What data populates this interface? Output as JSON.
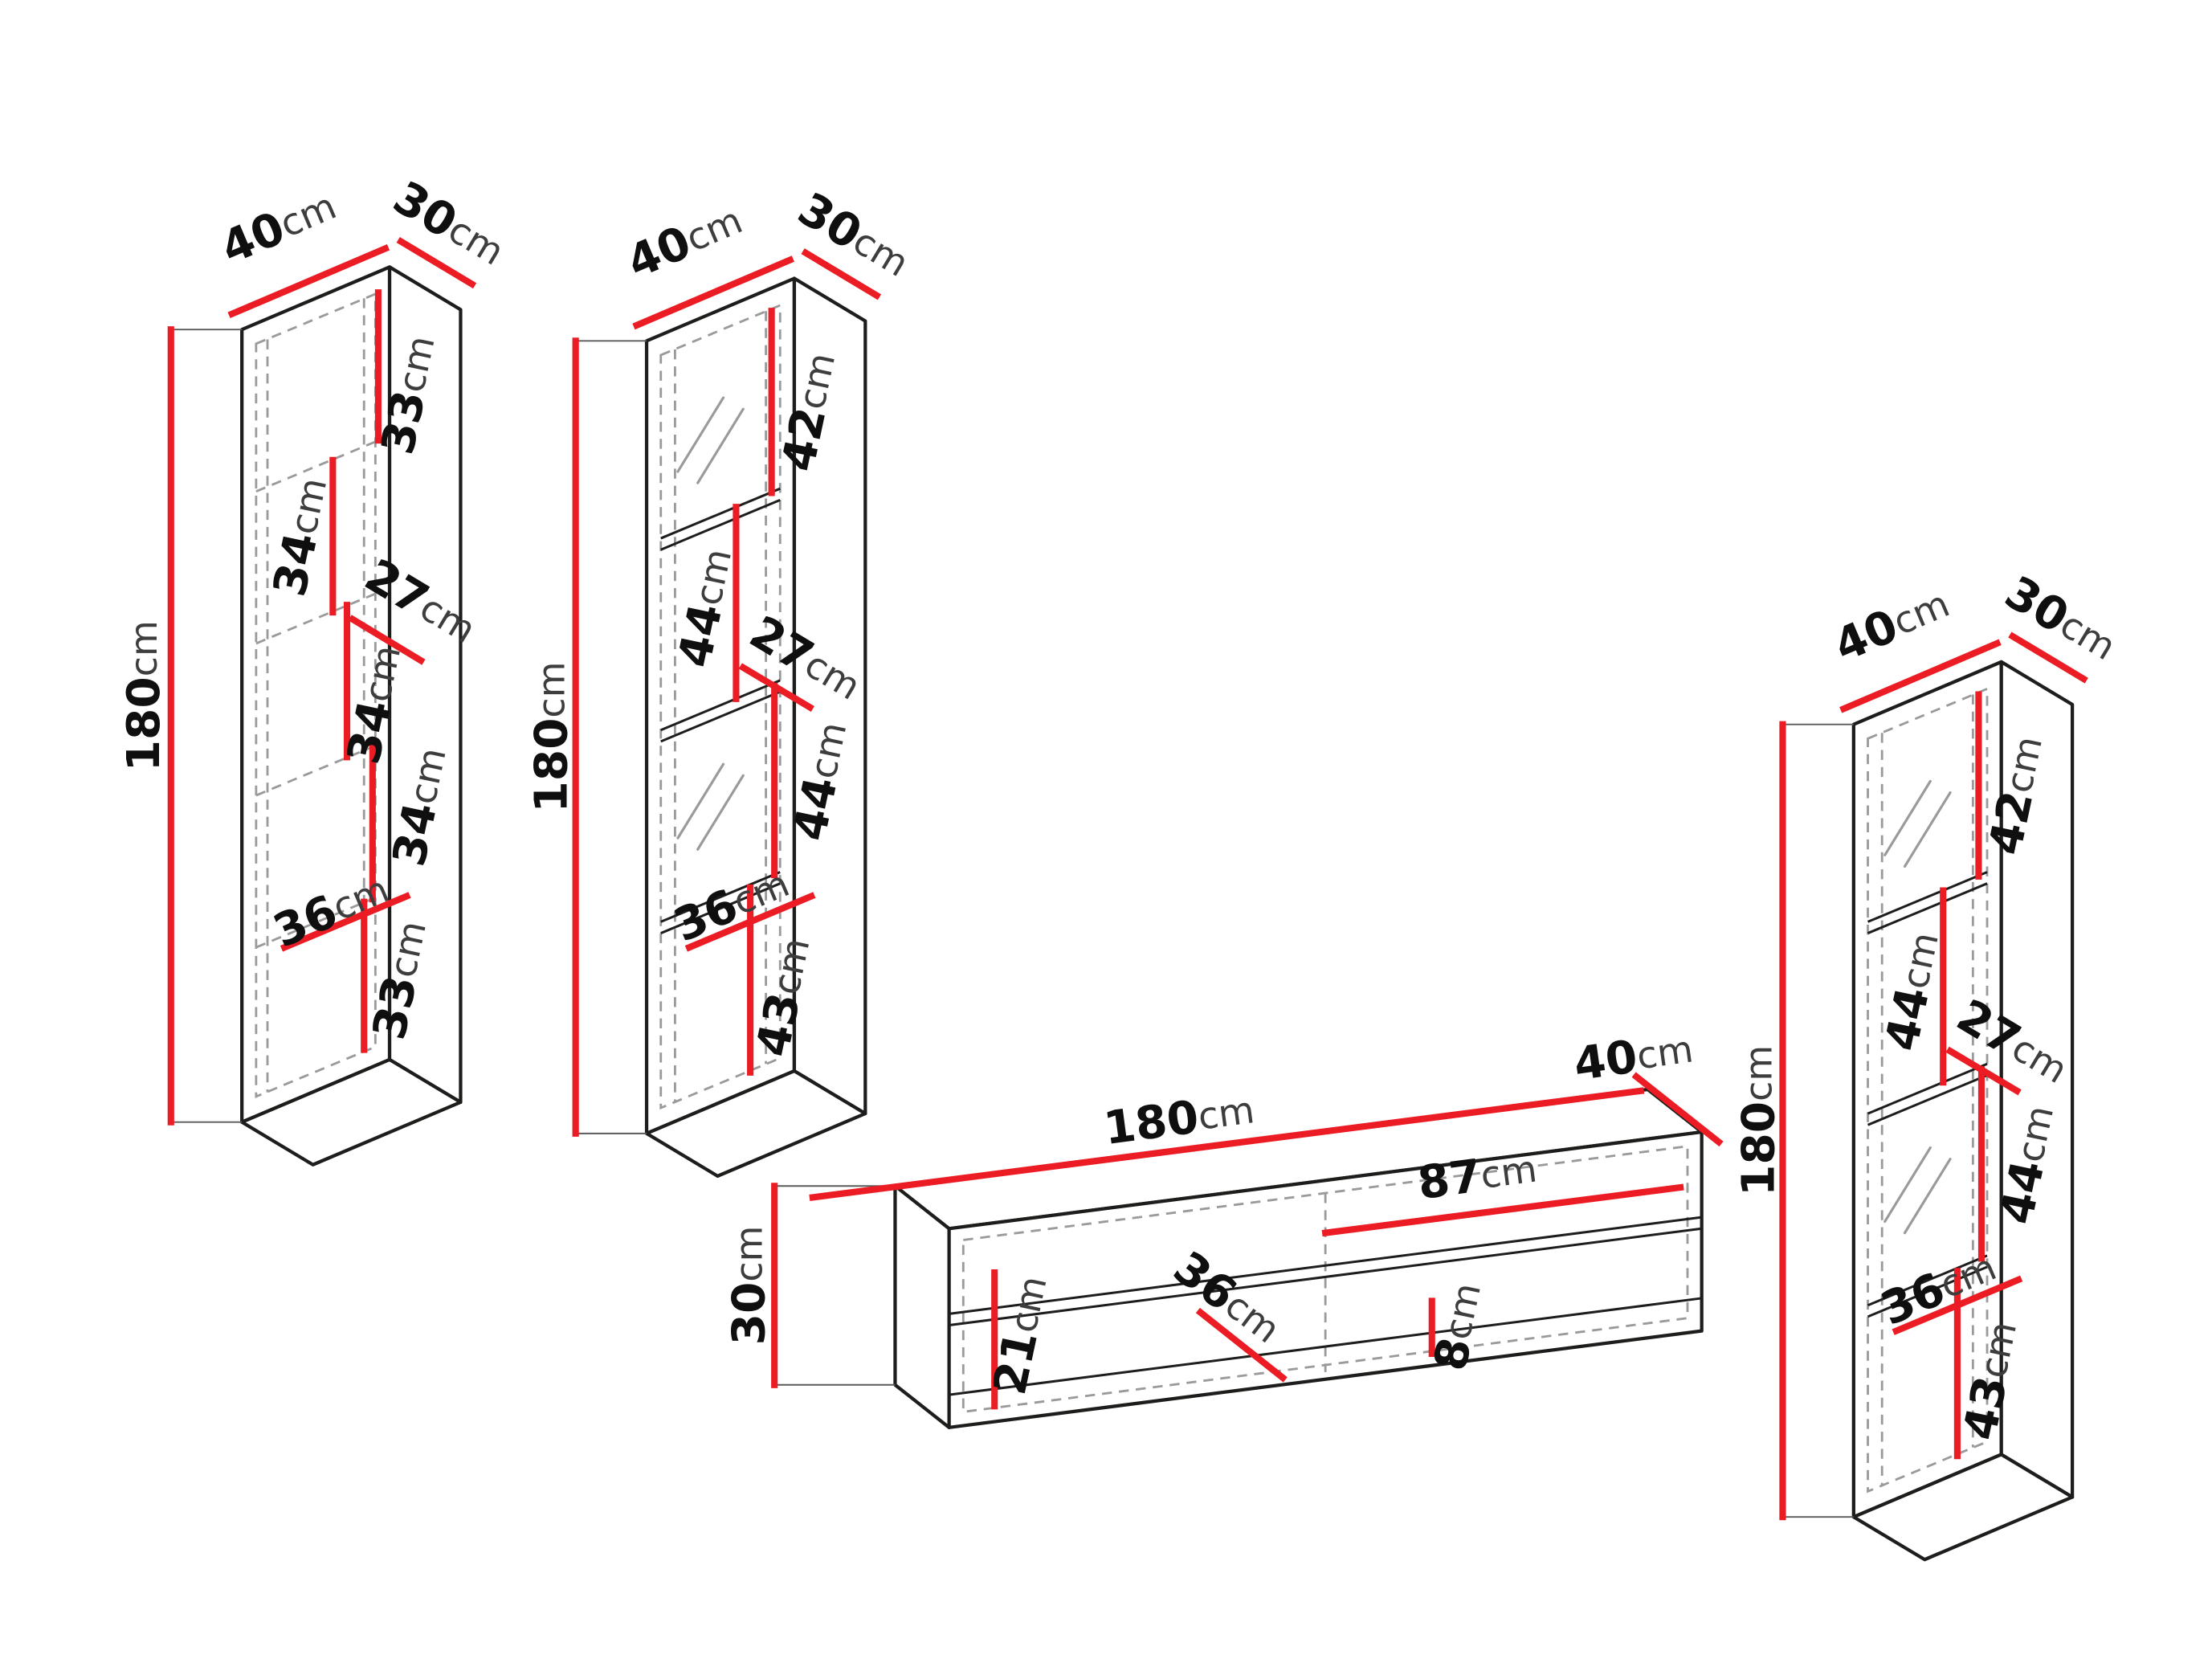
{
  "unit": "cm",
  "colors": {
    "dimension_line": "#ec1c24",
    "outline": "#1d1d1b",
    "hidden_line": "#9a9a9a"
  },
  "cabinets": [
    {
      "name": "wall cabinet left (closed)",
      "width": "40",
      "depth": "30",
      "height": "180",
      "inner_depth": "27",
      "inner_width": "36",
      "sections": [
        "33",
        "34",
        "34",
        "34",
        "33"
      ]
    },
    {
      "name": "display cabinet center (glass front)",
      "width": "40",
      "depth": "30",
      "height": "180",
      "inner_depth": "27",
      "inner_width": "36",
      "sections": [
        "42",
        "44",
        "44",
        "43"
      ]
    },
    {
      "name": "display cabinet right (glass front)",
      "width": "40",
      "depth": "30",
      "height": "180",
      "inner_depth": "27",
      "inner_width": "36",
      "sections": [
        "42",
        "44",
        "44",
        "43"
      ]
    }
  ],
  "tv_stand": {
    "name": "TV stand",
    "length": "180",
    "depth": "40",
    "height": "30",
    "shelf_width": "87",
    "inner_height": "21",
    "inner_depth": "36",
    "gap_height": "8"
  }
}
